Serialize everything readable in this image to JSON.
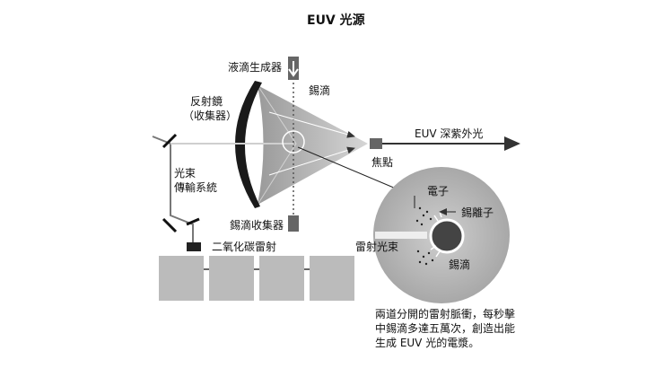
{
  "title": "EUV 光源",
  "labels": {
    "droplet_generator": "液滴生成器",
    "tin_droplet": "錫滴",
    "mirror_line1": "反射鏡",
    "mirror_line2": "（收集器）",
    "euv_light": "EUV 深紫外光",
    "focus": "焦點",
    "beam_line1": "光束",
    "beam_line2": "傳輸系統",
    "tin_collector": "錫滴收集器",
    "co2_laser": "二氧化碳雷射",
    "electron": "電子",
    "tin_ion": "錫離子",
    "laser_beam": "雷射光束",
    "tin_droplet_inset": "錫滴"
  },
  "caption": {
    "line1": "兩道分開的雷射脈衝，每秒擊",
    "line2": "中錫滴多達五萬次，創造出能",
    "line3": "生成 EUV 光的電漿。"
  }
}
